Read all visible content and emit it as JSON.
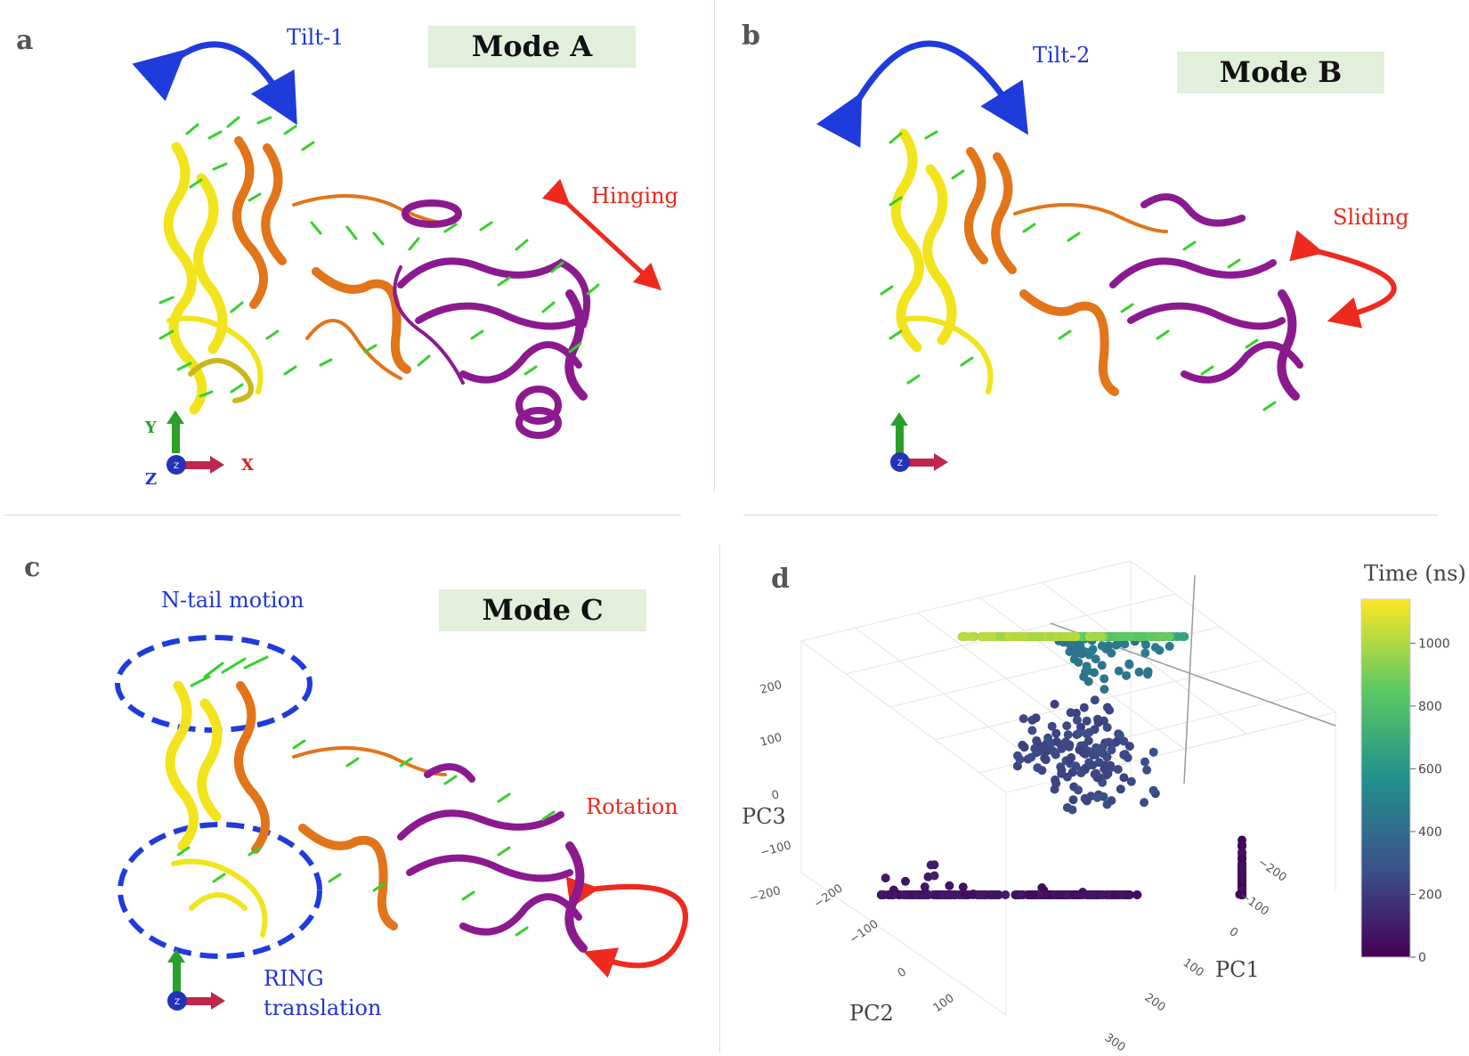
{
  "panels": {
    "a": {
      "letter": "a",
      "mode": "Mode A",
      "blue_label": "Tilt-1",
      "red_label": "Hinging",
      "axes": {
        "y": "Y",
        "x": "X",
        "z": "Z",
        "z_small": "Z"
      }
    },
    "b": {
      "letter": "b",
      "mode": "Mode B",
      "blue_label": "Tilt-2",
      "red_label": "Sliding",
      "axes": {
        "z_small": "Z"
      }
    },
    "c": {
      "letter": "c",
      "mode": "Mode C",
      "blue_label_top": "N-tail motion",
      "blue_label_bottom_1": "RING",
      "blue_label_bottom_2": "translation",
      "red_label": "Rotation",
      "axes": {
        "z_small": "Z"
      }
    },
    "d": {
      "letter": "d"
    }
  },
  "colors": {
    "blue_arrow": "#1f3bdc",
    "red_arrow": "#ee2a1f",
    "yellow_domain": "#f2e41c",
    "orange_domain": "#e2741a",
    "purple_domain": "#8c1a8f",
    "vectors": "#35d12b",
    "mode_box": "#e2efda"
  },
  "chart_data": {
    "type": "scatter3d",
    "title": "",
    "axes": {
      "x": {
        "label": "PC1",
        "ticks": [
          "−200",
          "−100",
          "0",
          "100",
          "200",
          "300"
        ]
      },
      "y": {
        "label": "PC2",
        "ticks": [
          "−200",
          "−100",
          "0",
          "100"
        ]
      },
      "z": {
        "label": "PC3",
        "ticks": [
          "200",
          "100",
          "0",
          "−100",
          "−200"
        ]
      }
    },
    "colorbar": {
      "title": "Time (ns)",
      "ticks": [
        "1000",
        "800",
        "600",
        "400",
        "200",
        "0"
      ],
      "range": [
        0,
        1140
      ],
      "colormap": "viridis"
    },
    "clusters": [
      {
        "time_ns": 40,
        "pc1": -150,
        "pc2": -220,
        "pc3": -60
      },
      {
        "time_ns": 60,
        "pc1": 50,
        "pc2": -100,
        "pc3": -150
      },
      {
        "time_ns": 80,
        "pc1": 150,
        "pc2": 0,
        "pc3": -170
      },
      {
        "time_ns": 250,
        "pc1": 0,
        "pc2": -50,
        "pc3": 50
      },
      {
        "time_ns": 450,
        "pc1": -100,
        "pc2": 50,
        "pc3": 120
      },
      {
        "time_ns": 650,
        "pc1": -150,
        "pc2": 100,
        "pc3": 150
      },
      {
        "time_ns": 850,
        "pc1": -180,
        "pc2": 150,
        "pc3": 100
      },
      {
        "time_ns": 1000,
        "pc1": -50,
        "pc2": 100,
        "pc3": 220
      }
    ]
  }
}
